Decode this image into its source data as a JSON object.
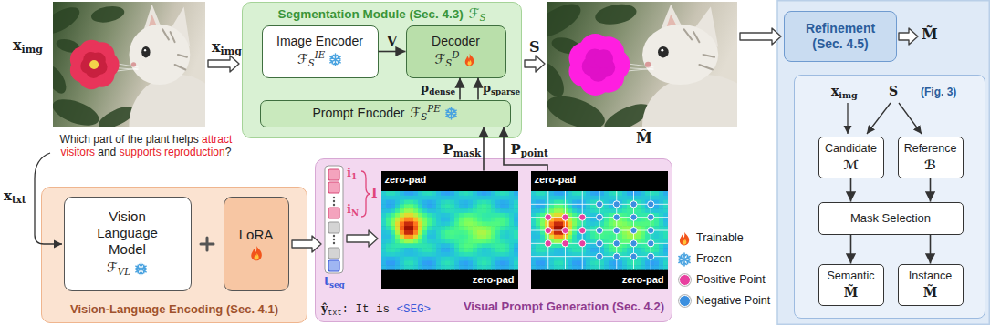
{
  "diagram": {
    "nodes": [
      {
        "text": [
          "Segmentation Module (Sec. 4.3)",
          "ℱS"
        ]
      },
      {
        "text": [
          "Image Encoder",
          "ℱSIE"
        ],
        "in": 0
      },
      {
        "text": [
          "Decoder",
          "ℱSD"
        ],
        "in": 0
      },
      {
        "text": [
          "Prompt Encoder",
          "ℱSPE"
        ],
        "in": 0
      },
      {
        "text": [
          "Refinement (Sec. 4.5)"
        ]
      },
      {
        "text": [
          "ximg",
          "S",
          "(Fig. 3)"
        ]
      },
      {
        "text": [
          "Candidate",
          "ℳ"
        ],
        "in": 5
      },
      {
        "text": [
          "Reference",
          "ℬ"
        ],
        "in": 5
      },
      {
        "text": [
          "Mask Selection"
        ],
        "in": 5
      },
      {
        "text": [
          "Semantic",
          "M̃"
        ],
        "in": 5
      },
      {
        "text": [
          "Instance",
          "M̃"
        ],
        "in": 5
      },
      {
        "text": [
          "Vision-Language Encoding (Sec. 4.1)"
        ]
      },
      {
        "text": [
          "Vision Language Model",
          "ℱVL"
        ],
        "in": 11
      },
      {
        "text": [
          "LoRA"
        ],
        "in": 11
      },
      {
        "text": [
          "Visual Prompt Generation (Sec. 4.2)"
        ]
      },
      {
        "text": [
          "Pmask",
          "zero-pad",
          "zero-pad"
        ],
        "in": 14
      },
      {
        "text": [
          "Ppoint",
          "zero-pad",
          "zero-pad"
        ],
        "in": 14
      }
    ],
    "edges": [
      {
        "from": 1,
        "to": 2,
        "arrow": "to",
        "label": "V"
      },
      {
        "from": 3,
        "to": 2,
        "arrow": "to",
        "label": "pdense"
      },
      {
        "from": 3,
        "to": 2,
        "arrow": "to",
        "label": "psparse"
      },
      {
        "from": 15,
        "to": 3,
        "arrow": "to"
      },
      {
        "from": 16,
        "to": 3,
        "arrow": "to"
      },
      {
        "from": 6,
        "to": 8,
        "arrow": "to"
      },
      {
        "from": 7,
        "to": 8,
        "arrow": "to"
      },
      {
        "from": 8,
        "to": 9,
        "arrow": "to"
      },
      {
        "from": 8,
        "to": 10,
        "arrow": "to"
      }
    ],
    "labels": [
      "ximg",
      "ximg",
      "Which part of the plant helps attract visitors and supports reproduction?",
      "xtxt",
      "S",
      "M̂",
      "M̃",
      "i1",
      "iN",
      "I",
      "tseg",
      "ŷtxt: It is <SEG>"
    ],
    "legend": [
      {
        "text": "Trainable"
      },
      {
        "text": "Frozen"
      },
      {
        "text": "Positive Point",
        "color": "#e8409f"
      },
      {
        "text": "Negative Point",
        "color": "#3b8fdf"
      }
    ]
  }
}
